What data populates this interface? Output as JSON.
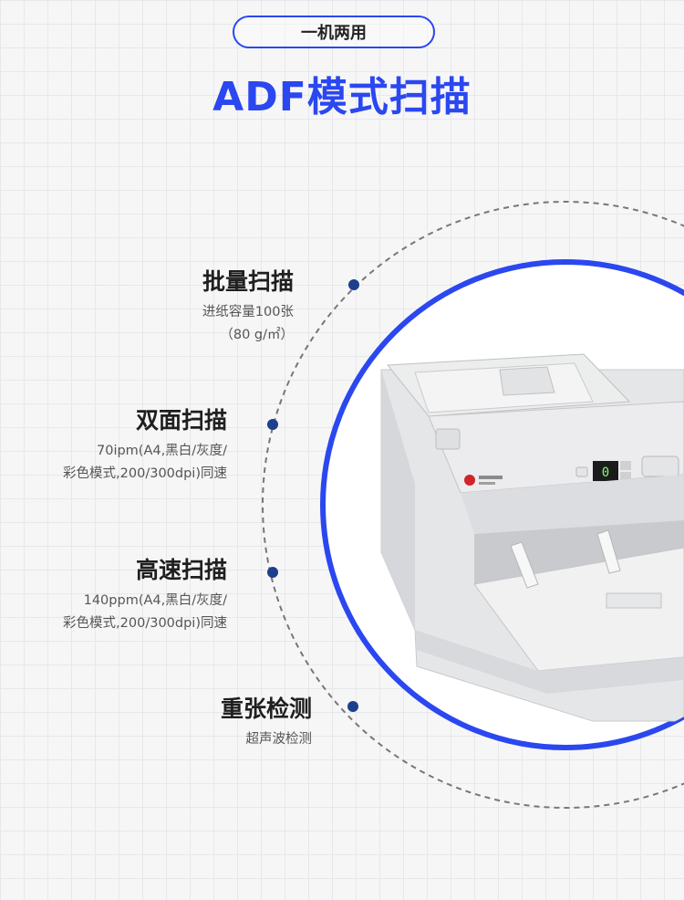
{
  "header": {
    "tag_label": "一机两用",
    "title": "ADF模式扫描"
  },
  "features": [
    {
      "title": "批量扫描",
      "lines": [
        "进纸容量100张",
        "（80 g/㎡）"
      ]
    },
    {
      "title": "双面扫描",
      "lines": [
        "70ipm(A4,黑白/灰度/",
        "彩色模式,200/300dpi)同速"
      ]
    },
    {
      "title": "高速扫描",
      "lines": [
        "140ppm(A4,黑白/灰度/",
        "彩色模式,200/300dpi)同速"
      ]
    },
    {
      "title": "重张检测",
      "lines": [
        "超声波检测"
      ]
    }
  ],
  "device": {
    "display_digit": "0"
  },
  "colors": {
    "accent": "#2b47f0",
    "dot": "#1d3f8c",
    "dashed_ring": "#777777"
  }
}
